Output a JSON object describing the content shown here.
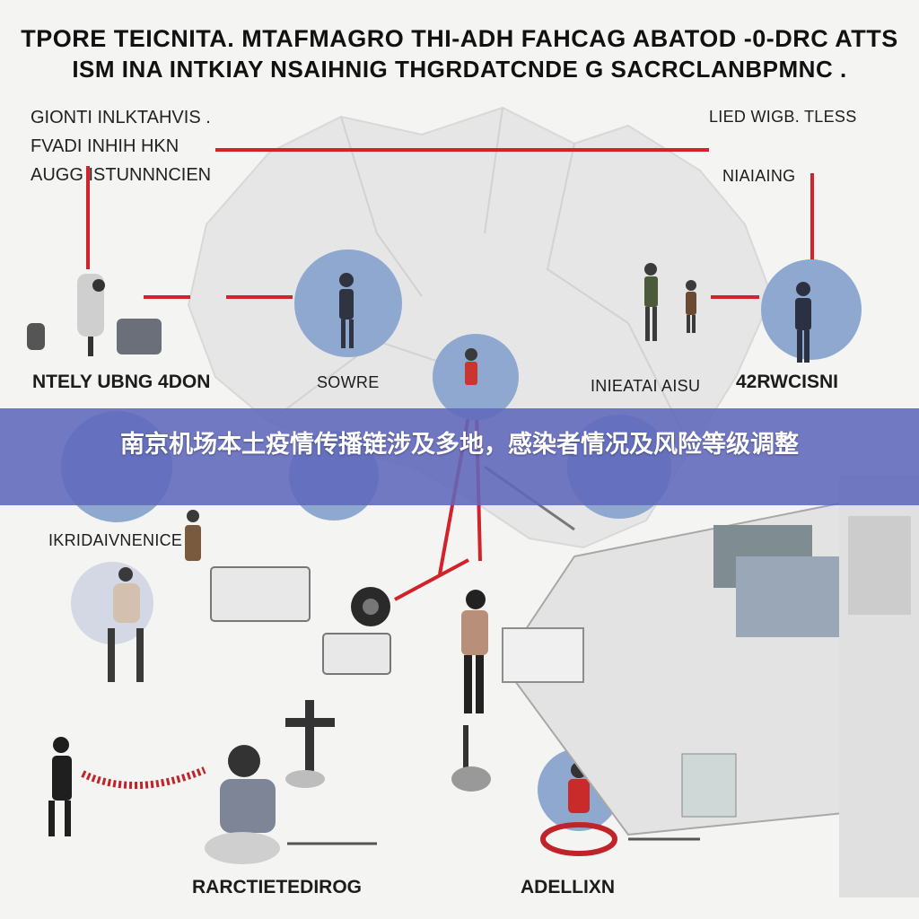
{
  "header": {
    "title_line1": "TPORE TEICNITA. MTAFMAGRO THI-ADH FAHCAG ABATOD -0-DRC ATTS",
    "title_line2": "ISM INA INTKIAY NSAIHNIG THGRDATCNDE G SACRCLANBPMNC ."
  },
  "legend": {
    "lines": [
      "GIONTI INLKTAHVIS .",
      "FVADI INHIH    HKN",
      "AUGG ISTUNNNCIEN"
    ]
  },
  "labels": {
    "top_right_1": "LIED WIGB. TLESS",
    "top_right_2": "NIAIAING",
    "node_left": "NTELY UBNG 4DON",
    "node_center_left": "SOWRE",
    "node_center_right": "INIEATAI AISU",
    "node_right": "42RWCISNI",
    "mid_left": "IKRIDAIVNENICE",
    "bottom_left": "RARCTIETEDIROG",
    "bottom_center": "ADELLIXN"
  },
  "banner": {
    "text": "南京机场本土疫情传播链涉及多地，感染者情况及风险等级调整"
  },
  "colors": {
    "connector_red": "#d0232a",
    "circle_blue": "#8ea8cf",
    "banner_bg": "#6068bc",
    "map_gray": "#e6e6e6"
  },
  "icons": [
    "person-icon",
    "masked-worker-icon",
    "airport-terminal-icon",
    "vehicle-icon",
    "security-barrier-icon"
  ]
}
